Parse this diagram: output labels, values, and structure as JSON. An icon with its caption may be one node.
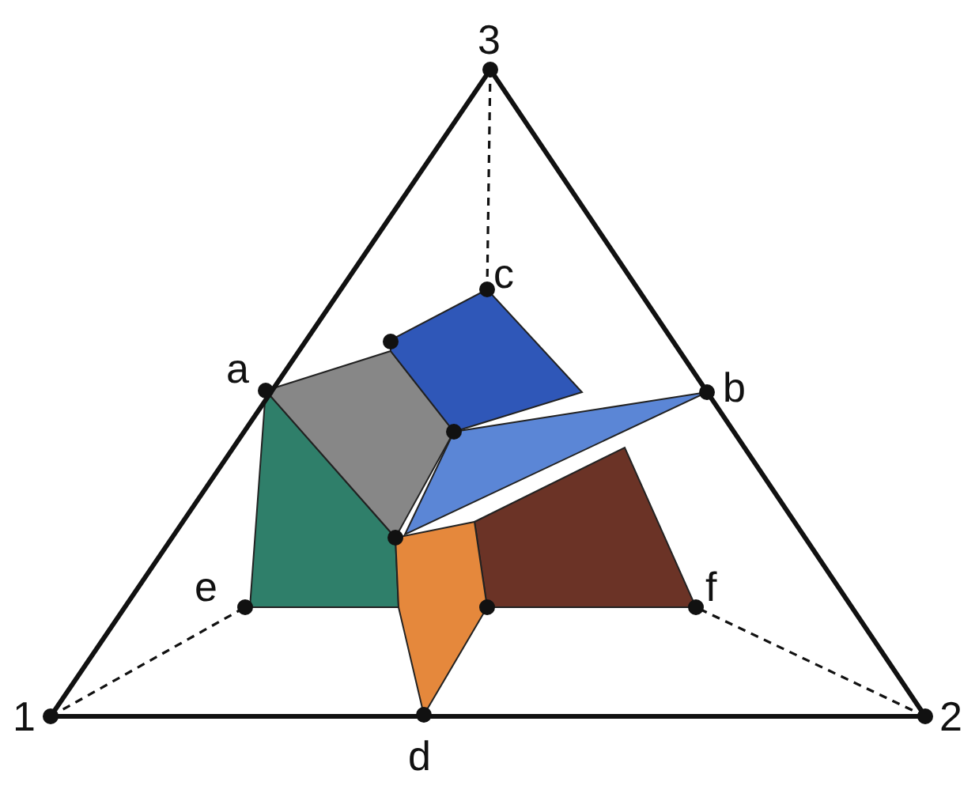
{
  "diagram": {
    "labels": [
      "3",
      "c",
      "a",
      "b",
      "e",
      "f",
      "1",
      "2",
      "d"
    ]
  }
}
